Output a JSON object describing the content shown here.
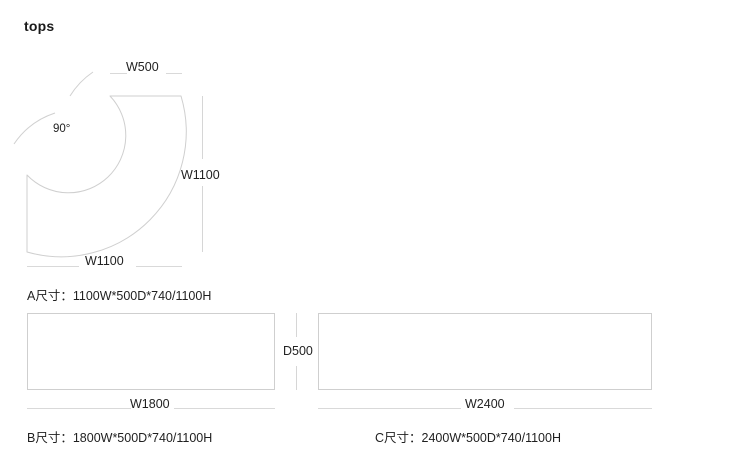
{
  "page": {
    "title": "tops"
  },
  "figure_a": {
    "name": "corner-top",
    "angle_label": "90°",
    "dim_top": "W500",
    "dim_right": "W1100",
    "dim_bottom": "W1100",
    "spec": "A尺寸：1100W*500D*740/1100H"
  },
  "figure_b": {
    "name": "straight-top-1800",
    "dim_bottom": "W1800",
    "spec": "B尺寸：1800W*500D*740/1100H"
  },
  "figure_c": {
    "name": "straight-top-2400",
    "dim_bottom": "W2400",
    "spec": "C尺寸：2400W*500D*740/1100H"
  },
  "shared": {
    "dim_depth": "D500"
  },
  "colors": {
    "outline": "#cfcfcf",
    "dimension_line": "#d9d9d9",
    "text": "#222222",
    "title": "#1a1a1a",
    "background": "#ffffff"
  }
}
